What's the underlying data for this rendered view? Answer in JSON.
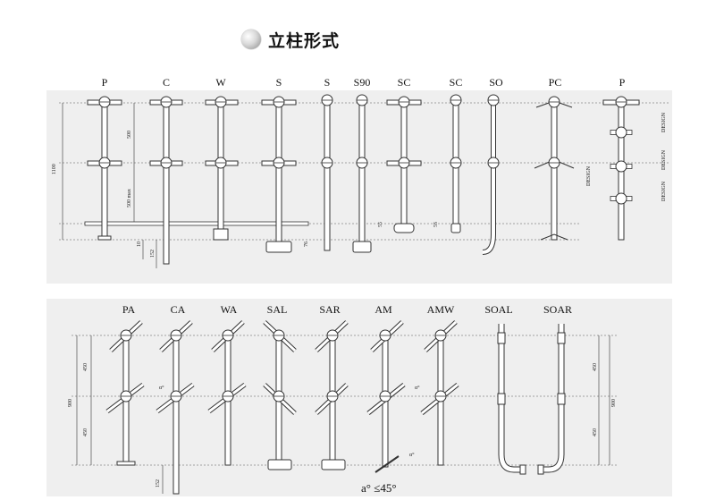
{
  "header": {
    "title": "立柱形式",
    "icon": "grey-sphere-bullet-icon"
  },
  "top_row": {
    "post_labels": [
      "P",
      "C",
      "W",
      "S",
      "S",
      "S90",
      "SC",
      "SC",
      "SO",
      "PC",
      "P"
    ],
    "dimensions": {
      "total_height": "1100",
      "upper_spacing": "500",
      "lower_spacing": "500 max",
      "base_offset": "10",
      "embed_depth": "152",
      "base_width": "76",
      "rail_offset_1": "55",
      "rail_offset_2": "55",
      "design_1": "DESIGN",
      "design_2": "DESIGN",
      "design_3": "DESIGN",
      "design_left": "DESIGN"
    }
  },
  "bottom_row": {
    "post_labels": [
      "PA",
      "CA",
      "WA",
      "SAL",
      "SAR",
      "AM",
      "AMW",
      "SOAL",
      "SOAR"
    ],
    "dimensions": {
      "left_total": "900",
      "left_upper": "450",
      "left_lower": "450",
      "right_total": "900",
      "right_upper": "450",
      "right_lower": "450",
      "embed_depth": "152",
      "angle_symbol": "α°"
    },
    "angle_note": "a° ≤45°"
  }
}
